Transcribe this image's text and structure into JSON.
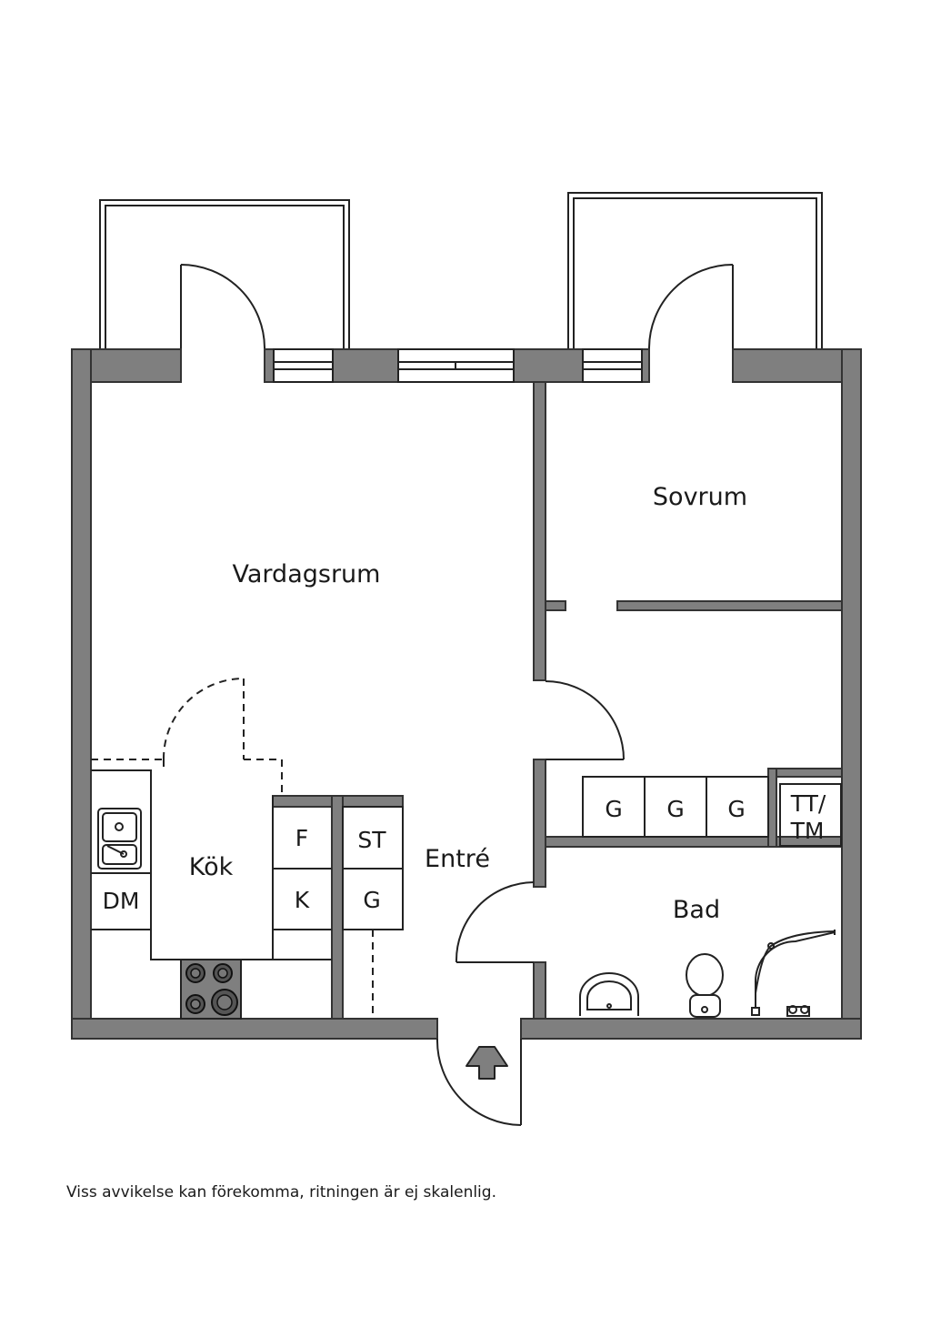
{
  "rooms": {
    "living": "Vardagsrum",
    "bedroom": "Sovrum",
    "kitchen": "Kök",
    "entry": "Entré",
    "bath": "Bad"
  },
  "fixtures": {
    "dishwasher": "DM",
    "fridge": "F",
    "freezer": "K",
    "storage": "ST",
    "closet_hall": "G",
    "wardrobe_1": "G",
    "wardrobe_2": "G",
    "wardrobe_3": "G",
    "laundry_top": "TT/",
    "laundry_bottom": "TM"
  },
  "disclaimer": "Viss avvikelse kan förekomma, ritningen är ej skalenlig.",
  "colors": {
    "wall": "#7f7f7f",
    "line": "#222222"
  }
}
